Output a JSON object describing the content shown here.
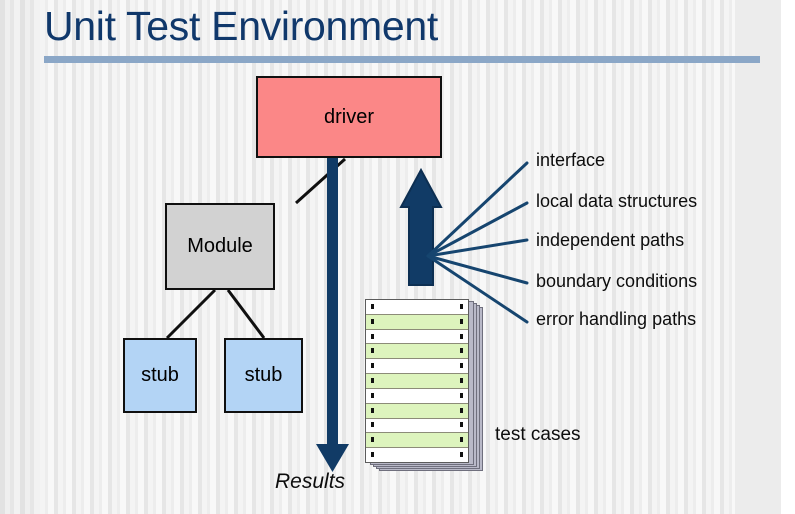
{
  "slide": {
    "title": "Unit Test Environment",
    "title_color": "#10386b",
    "rule_color": "#8ba7c7",
    "background_color": "#f2f2f2"
  },
  "diagram": {
    "boxes": [
      {
        "id": "driver",
        "label": "driver",
        "fill": "#fb8787",
        "stroke": "#101010"
      },
      {
        "id": "module",
        "label": "Module",
        "fill": "#d2d2d2",
        "stroke": "#101010"
      },
      {
        "id": "stub-left",
        "label": "stub",
        "fill": "#b3d4f5",
        "stroke": "#101010"
      },
      {
        "id": "stub-right",
        "label": "stub",
        "fill": "#b3d4f5",
        "stroke": "#101010"
      }
    ],
    "arrow_color": "#113b66",
    "connector_color": "#101010",
    "results_label": "Results",
    "test_cases_label": "test cases",
    "fan_labels": [
      "interface",
      "local data structures",
      "independent paths",
      "boundary conditions",
      "error handling paths"
    ],
    "stack": {
      "page_count": 11,
      "row_colors": [
        "white",
        "green",
        "white",
        "green",
        "white",
        "green",
        "white",
        "green",
        "white",
        "green",
        "white"
      ],
      "green_color": "#ddf4bd",
      "white_color": "#ffffff"
    }
  }
}
